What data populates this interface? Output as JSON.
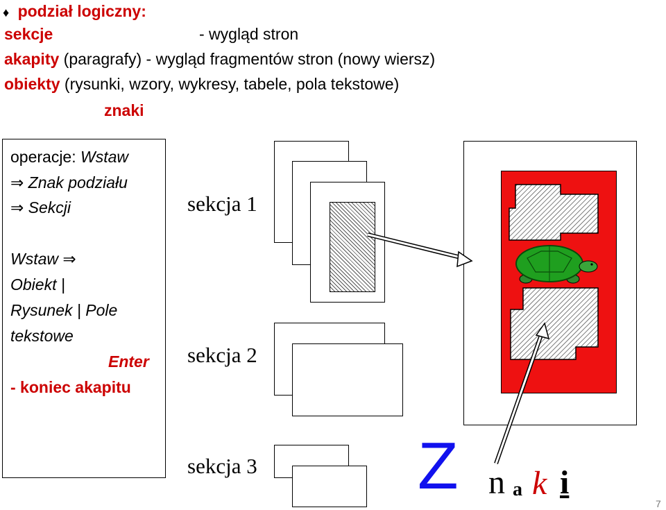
{
  "header": {
    "bullet_icon": "diamond-bullet-icon",
    "title": "podział logiczny:",
    "sekcje_term": "sekcje",
    "sekcje_desc": "- wygląd stron",
    "akapity_term": "akapity",
    "akapity_desc": "(paragrafy) - wygląd fragmentów stron (nowy wiersz)",
    "obiekty_term": "obiekty",
    "obiekty_desc": "(rysunki, wzory, wykresy, tabele, pola tekstowe)",
    "znaki_term": "znaki"
  },
  "side_box": {
    "op_line": "operacje: ",
    "op_wstaw": "Wstaw",
    "line2": "Znak podziału",
    "line3": "Sekcji",
    "wstaw": "Wstaw",
    "line5": "Obiekt |",
    "line6": "Rysunek | Pole",
    "line7": "tekstowe",
    "enter": "Enter",
    "end_line": "- koniec akapitu",
    "arrow_icon": "double-arrow-icon"
  },
  "diagram": {
    "sekcja1": "sekcja 1",
    "sekcja2": "sekcja 2",
    "sekcja3": "sekcja 3",
    "page_color": "#ee1111",
    "turtle_icon": "turtle-icon",
    "z_letter": "Z",
    "z_color": "#1111ee",
    "n": "n",
    "a": "a",
    "k": "k",
    "i": "i"
  },
  "slide_number": "7"
}
